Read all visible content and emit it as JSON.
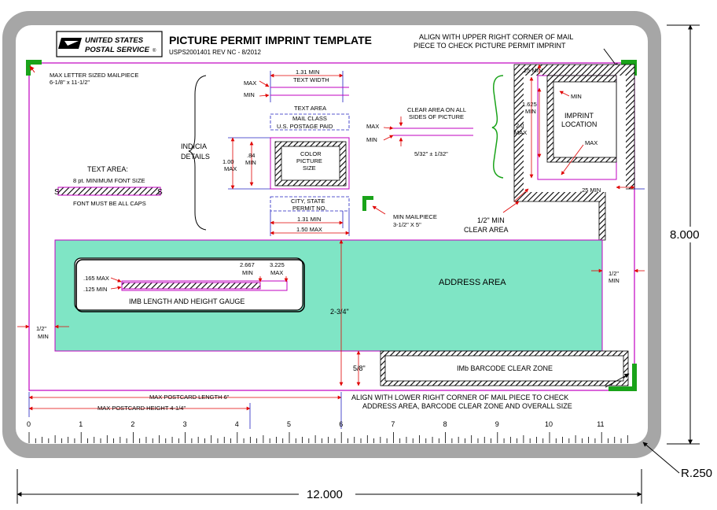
{
  "header": {
    "logo_line1": "UNITED STATES",
    "logo_line2": "POSTAL SERVICE",
    "logo_reg": "®",
    "title": "PICTURE PERMIT IMPRINT TEMPLATE",
    "subtitle": "USPS2001401 REV NC - 8/2012"
  },
  "notes": {
    "max_letter": [
      "MAX LETTER SIZED MAILPIECE",
      "6-1/8\" x 11-1/2\""
    ],
    "align_upper": [
      "ALIGN WITH UPPER RIGHT CORNER OF MAIL",
      "PIECE TO CHECK PICTURE PERMIT IMPRINT"
    ],
    "align_lower": [
      "ALIGN WITH LOWER RIGHT CORNER OF MAIL PIECE TO CHECK",
      "ADDRESS AREA, BARCODE CLEAR ZONE AND OVERALL SIZE"
    ],
    "indicia": [
      "INDICIA",
      "DETAILS"
    ],
    "text_area_title": "TEXT AREA:",
    "min_font": "8 pt. MINIMUM FONT SIZE",
    "all_caps": "FONT MUST BE ALL CAPS",
    "text_width": [
      "1.31 MIN",
      "TEXT WIDTH"
    ],
    "text_area_label": "TEXT AREA",
    "mail_class": [
      "MAIL CLASS",
      "U.S. POSTAGE PAID"
    ],
    "color_picture": [
      "COLOR",
      "PICTURE",
      "SIZE"
    ],
    "city_state": [
      "CITY, STATE",
      "PERMIT NO."
    ],
    "clear_area_all": [
      "CLEAR AREA ON ALL",
      "SIDES OF PICTURE"
    ],
    "clear_tol": "5/32\" ± 1/32\"",
    "min_mailpiece": [
      "MIN MAILPIECE",
      "3-1/2\" X 5\""
    ],
    "half_clear": [
      "1/2\" MIN",
      "CLEAR AREA"
    ],
    "imprint_location": [
      "IMPRINT",
      "LOCATION"
    ],
    "address_area": "ADDRESS AREA",
    "imb_gauge": "IMB LENGTH AND HEIGHT GAUGE",
    "barcode_zone": "IMb BARCODE CLEAR ZONE",
    "max_postcard_len": "MAX POSTCARD LENGTH 6\"",
    "max_postcard_ht": "MAX POSTCARD HEIGHT 4-1/4\""
  },
  "dims": {
    "max": "MAX",
    "min": "MIN",
    "d_100max": [
      "1.00",
      "MAX"
    ],
    "d_84min": [
      ".84",
      "MIN"
    ],
    "d_131min": "1.31 MIN",
    "d_150max": "1.50 MAX",
    "d_25min_top": ".25 MIN",
    "d_1625": [
      "1.625",
      "MIN"
    ],
    "d_20max": [
      "2.0",
      "MAX"
    ],
    "d_25min_right": ".25 MIN",
    "half_min_right": [
      "1/2\"",
      "MIN"
    ],
    "half_min_left": [
      "1/2\"",
      "MIN"
    ],
    "d_2667": [
      "2.667",
      "MIN"
    ],
    "d_3225": [
      "3.225",
      "MAX"
    ],
    "d_165": ".165 MAX",
    "d_125": ".125 MIN",
    "d_2_3_4": "2-3/4\"",
    "d_5_8": "5/8\"",
    "overall_w": "12.000",
    "overall_h": "8.000",
    "radius": "R.250"
  },
  "ruler": {
    "labels": [
      "0",
      "1",
      "2",
      "3",
      "4",
      "5",
      "6",
      "7",
      "8",
      "9",
      "10",
      "11"
    ]
  },
  "colors": {
    "frame": "#a6a6a6",
    "magenta": "#c000c0",
    "green": "#1aa31a",
    "address_fill": "#7fe5c5",
    "dim_red": "#e00000",
    "dim_blue": "#2020c0"
  }
}
